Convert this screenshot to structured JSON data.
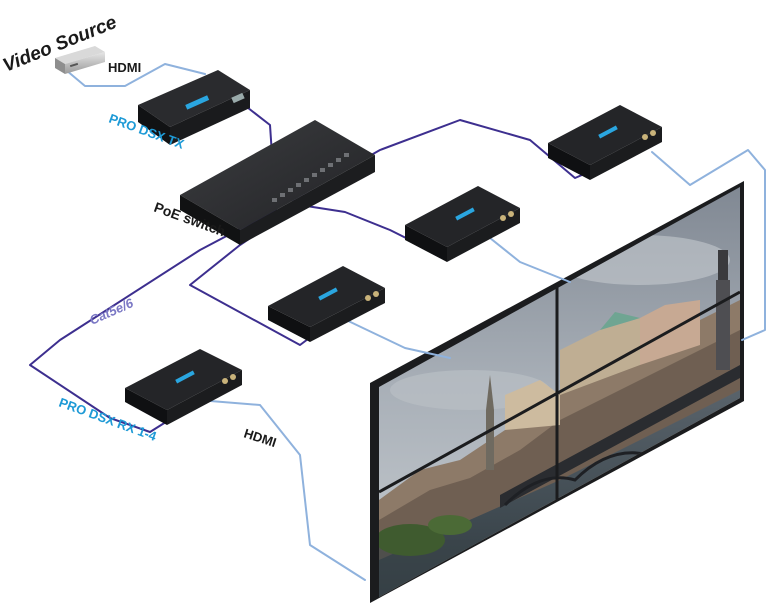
{
  "labels": {
    "video_source": "Video Source",
    "hdmi_top": "HDMI",
    "tx": "PRO DSX TX",
    "poe_switch": "PoE  switch",
    "cable": "Cat5e/6",
    "rx": "PRO DSX RX 1-4",
    "hdmi_bottom": "HDMI"
  },
  "colors": {
    "label_blue": "#1e9ad6",
    "cat_cable": "#3d2f8f",
    "hdmi_cable": "#8fb2dd",
    "cat_label": "#7b78c5",
    "device_body": "#1d1d1f"
  }
}
